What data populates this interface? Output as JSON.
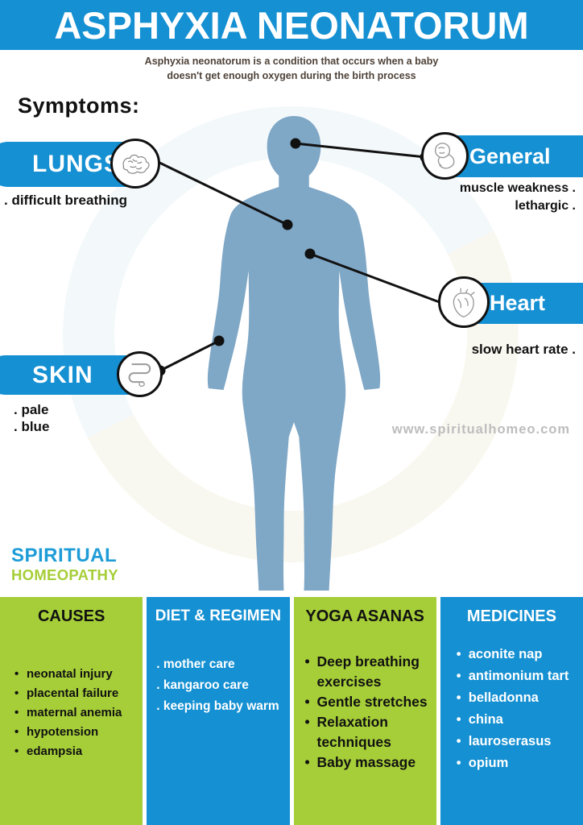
{
  "colors": {
    "blue": "#1590D2",
    "green": "#A6CE38",
    "body": "#7FA7C6",
    "logo-blue": "#1E9CD7",
    "subtitle": "#4E4238",
    "watermark": "#BDBDBD"
  },
  "header": {
    "title": "ASPHYXIA NEONATORUM",
    "subtitle_line1": "Asphyxia neonatorum is a condition that occurs when a baby",
    "subtitle_line2": "doesn't get enough oxygen during the birth process"
  },
  "symptoms": {
    "heading": "Symptoms:",
    "lungs": {
      "label": "LUNGS",
      "icon": "brain-icon",
      "notes": [
        ". difficult breathing"
      ]
    },
    "general": {
      "label": "General",
      "icon": "fetus-icon",
      "notes": [
        "muscle weakness .",
        "lethargic ."
      ]
    },
    "heart": {
      "label": "Heart",
      "icon": "heart-icon",
      "notes": [
        "slow heart rate ."
      ]
    },
    "skin": {
      "label": "SKIN",
      "icon": "intestine-icon",
      "notes": [
        ". pale",
        ". blue"
      ]
    }
  },
  "watermark": "www.spiritualhomeo.com",
  "logo": {
    "line1": "SPIRITUAL",
    "line2": "HOMEOPATHY"
  },
  "sections": {
    "causes": {
      "title": "CAUSES",
      "items": [
        "neonatal injury",
        "placental failure",
        "maternal anemia",
        "hypotension",
        "edampsia"
      ]
    },
    "diet": {
      "title": "DIET & REGIMEN",
      "items": [
        ". mother care",
        ". kangaroo care",
        ". keeping baby warm"
      ]
    },
    "yoga": {
      "title": "YOGA ASANAS",
      "items": [
        "Deep breathing exercises",
        "Gentle stretches",
        "Relaxation techniques",
        "Baby massage"
      ]
    },
    "medicines": {
      "title": "MEDICINES",
      "items": [
        "aconite nap",
        "antimonium tart",
        "belladonna",
        "china",
        "lauroserasus",
        "opium"
      ]
    }
  }
}
